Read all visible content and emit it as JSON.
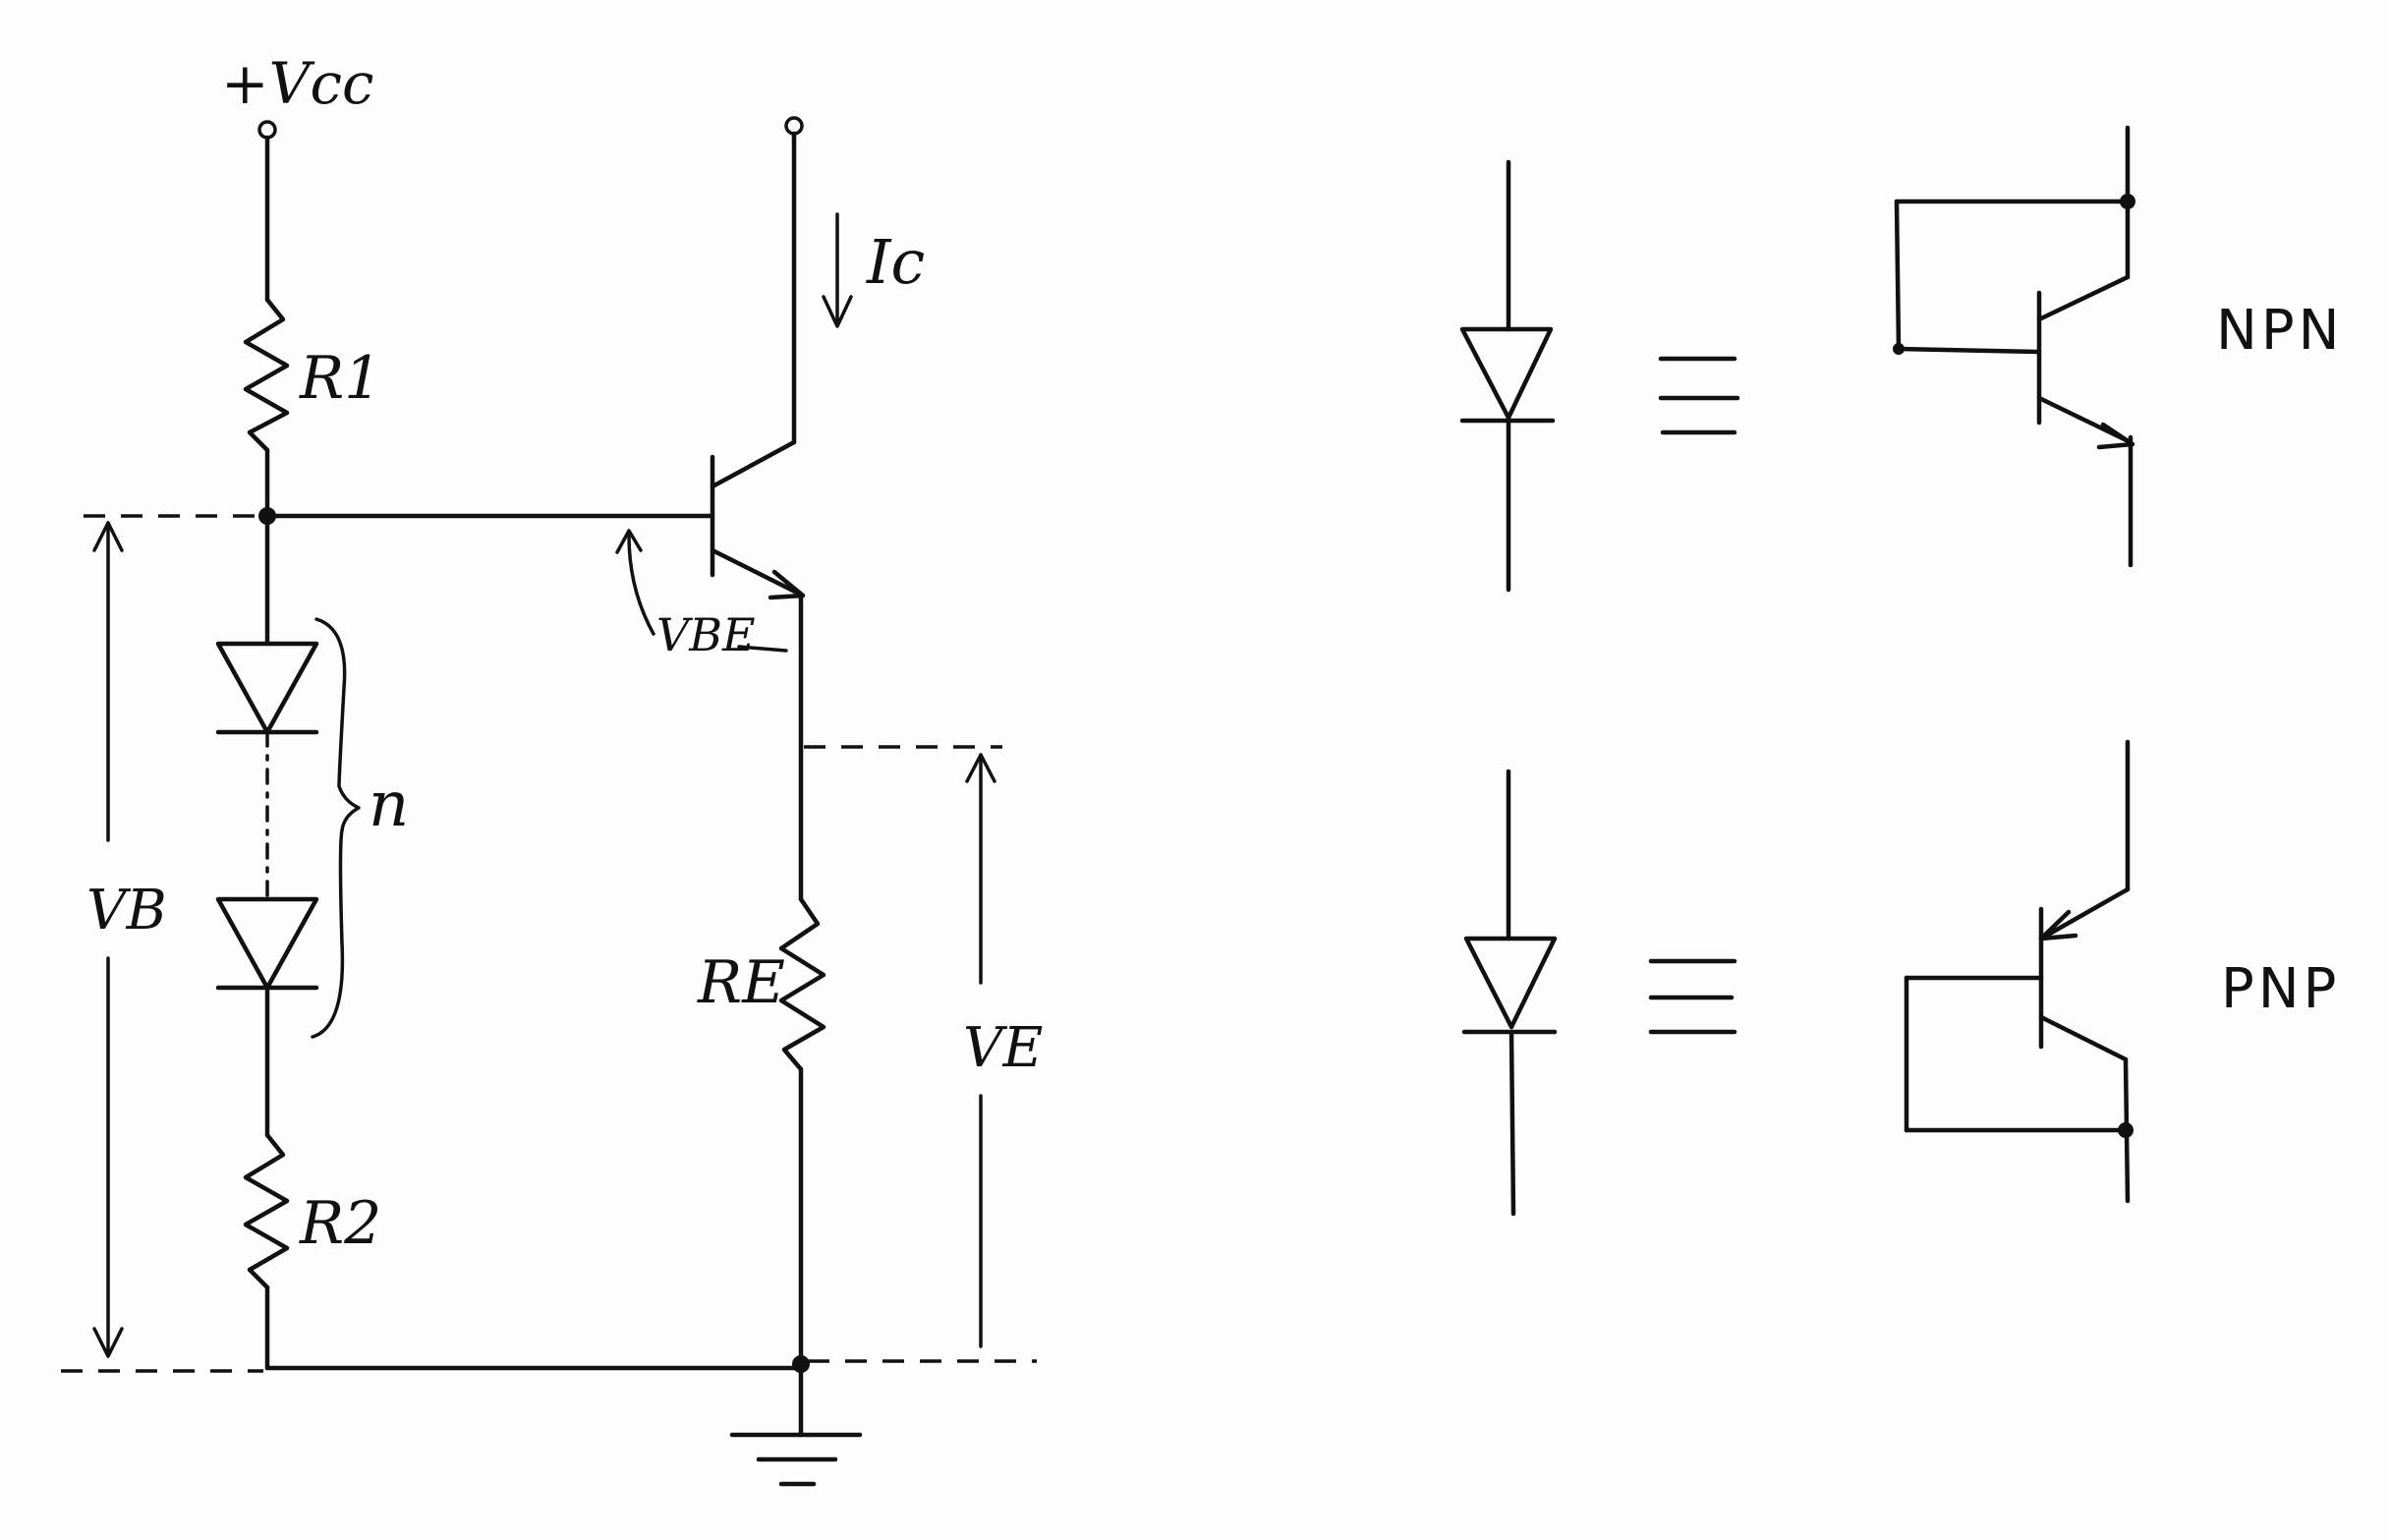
{
  "labels": {
    "vcc": "+Vcc",
    "ic": "Ic",
    "r1": "R1",
    "r2": "R2",
    "re": "RE",
    "vb": "VB",
    "ve": "VE",
    "vbe": "VBE",
    "n": "n",
    "npn": "NPN",
    "pnp": "PNP",
    "equiv": "≡"
  }
}
